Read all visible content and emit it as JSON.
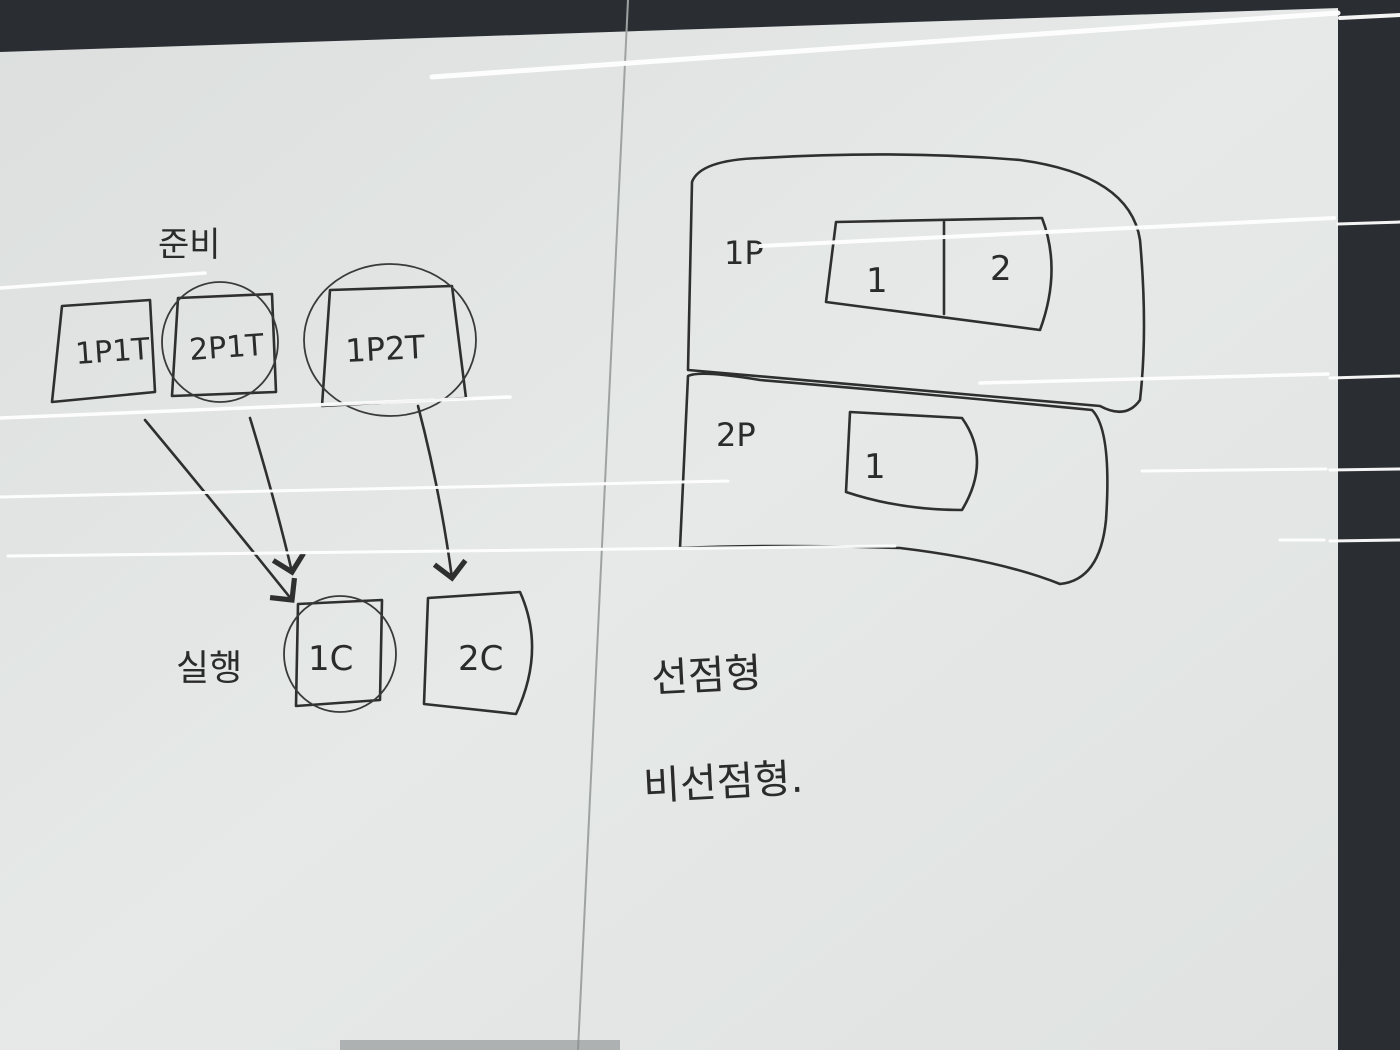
{
  "colors": {
    "board": "#e4e8e6",
    "ink": "#2f2f2f",
    "frame": "#2a2e33"
  },
  "left_panel": {
    "prepare_label": "준비",
    "task_boxes": [
      "1P1T",
      "2P1T",
      "1P2T"
    ],
    "execute_label": "실행",
    "cores": [
      "1C",
      "2C"
    ]
  },
  "right_panel": {
    "process_1_label": "1P",
    "process_1_threads": [
      "1",
      "2"
    ],
    "process_2_label": "2P",
    "process_2_threads": [
      "1"
    ],
    "preemptive_label": "선점형",
    "non_preemptive_label": "비선점형."
  }
}
